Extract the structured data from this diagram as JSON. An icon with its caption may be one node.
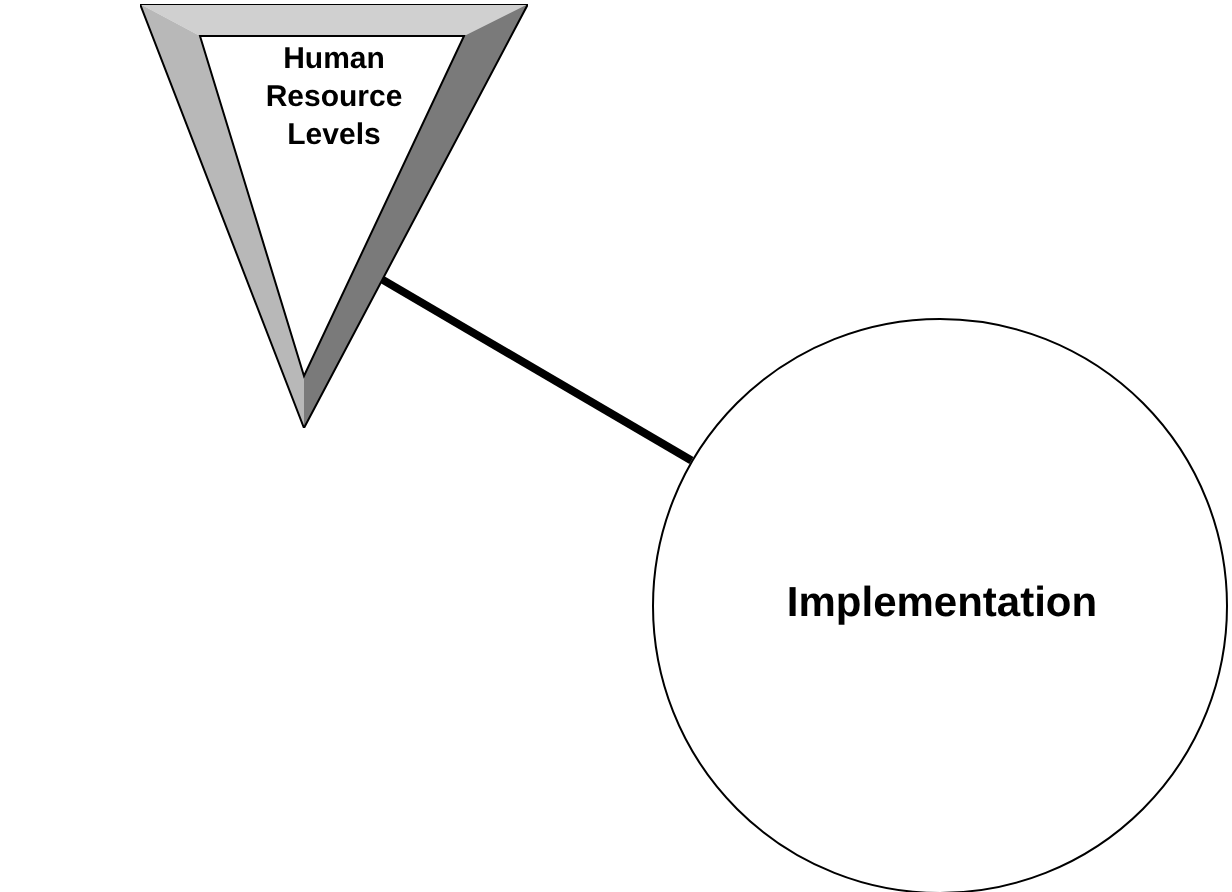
{
  "diagram": {
    "nodes": [
      {
        "text": [
          "Human Resource Levels"
        ]
      },
      {
        "text": [
          "Implementation"
        ]
      }
    ],
    "edges": [
      {
        "from": 0,
        "to": 1,
        "arrow": "none"
      }
    ]
  }
}
